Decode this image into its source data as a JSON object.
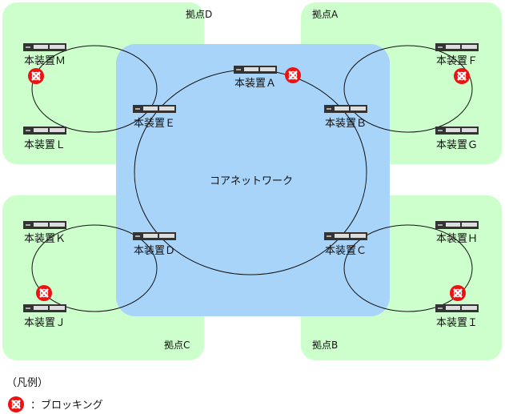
{
  "sites": {
    "D": "拠点D",
    "A": "拠点A",
    "C": "拠点C",
    "B": "拠点B"
  },
  "core_label": "コアネットワーク",
  "devices": {
    "A": "本装置Ａ",
    "B": "本装置Ｂ",
    "C": "本装置Ｃ",
    "D": "本装置Ｄ",
    "E": "本装置Ｅ",
    "F": "本装置Ｆ",
    "G": "本装置Ｇ",
    "H": "本装置Ｈ",
    "I": "本装置Ｉ",
    "J": "本装置Ｊ",
    "K": "本装置Ｋ",
    "L": "本装置Ｌ",
    "M": "本装置Ｍ"
  },
  "legend": {
    "title": "（凡例）",
    "blocking": "：ブロッキング"
  },
  "colors": {
    "site": "#ccffcc",
    "core": "#a8d4fa",
    "blocking": "#ee1111"
  }
}
